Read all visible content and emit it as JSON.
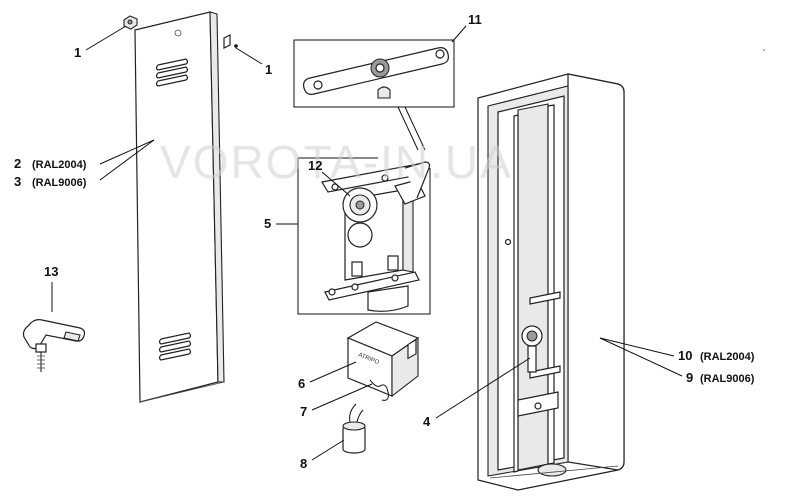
{
  "watermark": "VOROTA-IN.UA",
  "callouts": {
    "c1a": {
      "num": "1"
    },
    "c1b": {
      "num": "1"
    },
    "c2": {
      "num": "2",
      "ral": "(RAL2004)"
    },
    "c3": {
      "num": "3",
      "ral": "(RAL9006)"
    },
    "c4": {
      "num": "4"
    },
    "c5": {
      "num": "5"
    },
    "c6": {
      "num": "6"
    },
    "c7": {
      "num": "7"
    },
    "c8": {
      "num": "8"
    },
    "c9": {
      "num": "9",
      "ral": "(RAL9006)"
    },
    "c10": {
      "num": "10",
      "ral": "(RAL2004)"
    },
    "c11": {
      "num": "11"
    },
    "c12": {
      "num": "12"
    },
    "c13": {
      "num": "13"
    }
  },
  "motor_label": "ATRIPO",
  "colors": {
    "ink": "#111111",
    "panel": "#ffffff",
    "shade": "#9a9a9a",
    "watermark": "#cfcfcf"
  }
}
